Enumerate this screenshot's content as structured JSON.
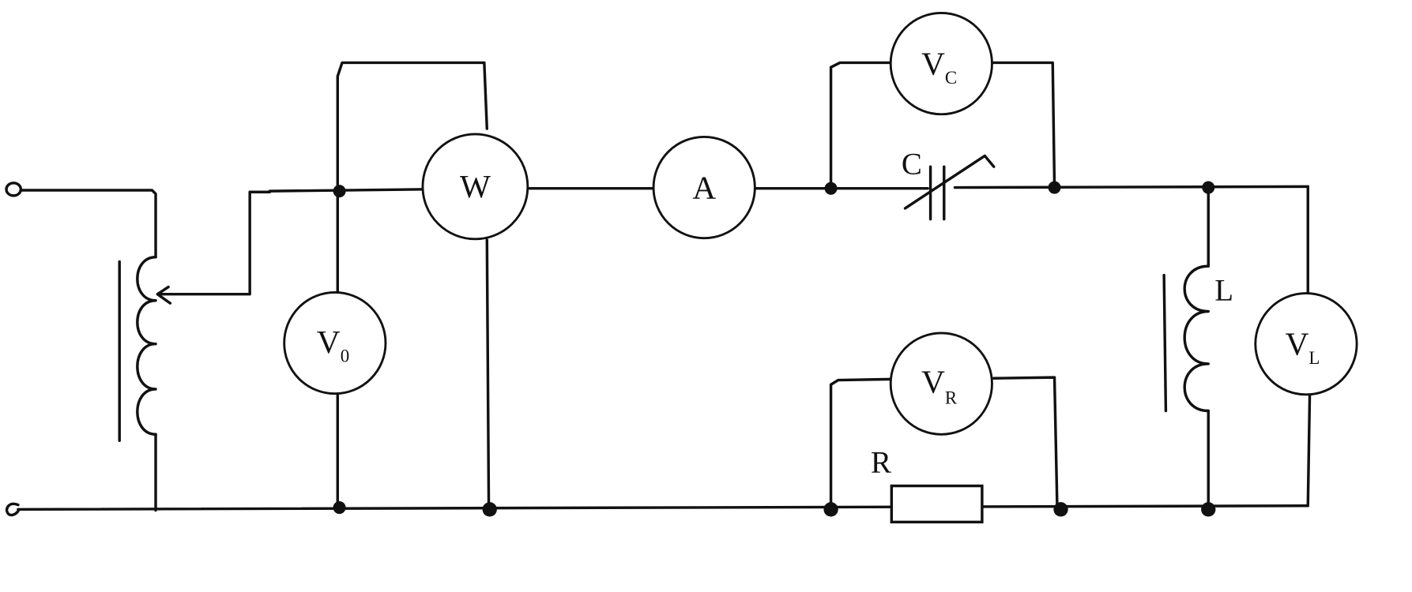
{
  "meters": {
    "vc": {
      "label": "V",
      "sub": "C"
    },
    "w": {
      "label": "W"
    },
    "a": {
      "label": "A"
    },
    "v0": {
      "label": "V",
      "sub": "0"
    },
    "vr": {
      "label": "V",
      "sub": "R"
    },
    "vl": {
      "label": "V",
      "sub": "L"
    }
  },
  "components": {
    "capacitor": {
      "label": "C"
    },
    "resistor": {
      "label": "R"
    },
    "inductor": {
      "label": "L"
    }
  }
}
